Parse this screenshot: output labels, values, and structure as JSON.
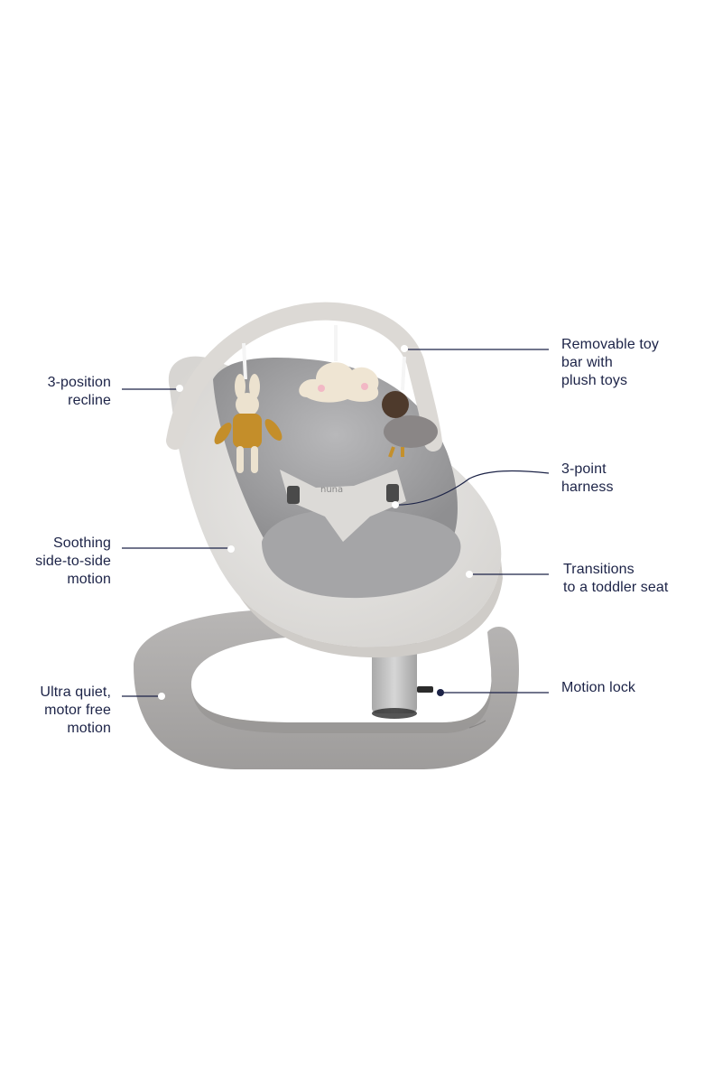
{
  "product": {
    "name": "Baby seat/swing with toy bar",
    "brand_mark": "nuna",
    "colors": {
      "background": "#ffffff",
      "label_text": "#1c2347",
      "callout_line": "#1c2347",
      "seat_fabric": "#e4e2df",
      "seat_insert": "#a9a9ab",
      "base": "#a8a6a5",
      "stem": "#c3c3c3"
    }
  },
  "callouts": [
    {
      "id": "recline",
      "side": "left",
      "lines": [
        "3-position",
        "recline"
      ]
    },
    {
      "id": "toy-bar",
      "side": "right",
      "lines": [
        "Removable toy",
        "bar with",
        "plush toys"
      ]
    },
    {
      "id": "harness",
      "side": "right",
      "lines": [
        "3-point",
        "harness"
      ]
    },
    {
      "id": "side-motion",
      "side": "left",
      "lines": [
        "Soothing",
        "side-to-side",
        "motion"
      ]
    },
    {
      "id": "toddler-seat",
      "side": "right",
      "lines": [
        "Transitions",
        "to a toddler seat"
      ]
    },
    {
      "id": "quiet-motion",
      "side": "left",
      "lines": [
        "Ultra quiet,",
        "motor free",
        "motion"
      ]
    },
    {
      "id": "motion-lock",
      "side": "right",
      "lines": [
        "Motion lock"
      ]
    }
  ],
  "toys": [
    "bunny-plush",
    "cloud-plush",
    "bird-plush"
  ]
}
